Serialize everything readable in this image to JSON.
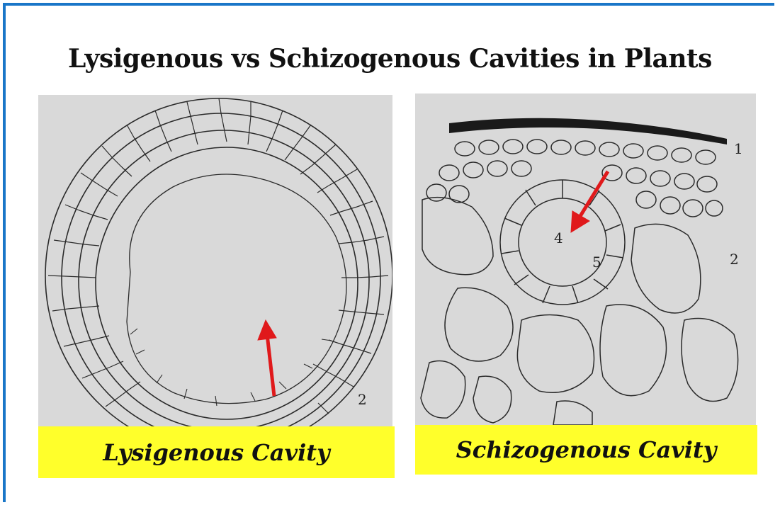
{
  "title": "Lysigenous vs Schizogenous Cavities in Plants",
  "panels": [
    {
      "caption": "Lysigenous  Cavity",
      "figure_number": "2"
    },
    {
      "caption": "Schizogenous Cavity",
      "labels": [
        "1",
        "2",
        "4",
        "5"
      ]
    }
  ],
  "colors": {
    "frame": "#1976c8",
    "caption_bg": "#ffff2b",
    "arrow": "#e0191b",
    "panel_bg": "#d9d9d9"
  }
}
